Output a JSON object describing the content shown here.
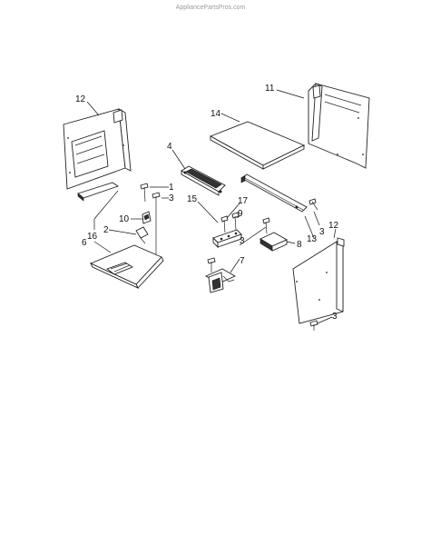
{
  "watermark": "AppliancePartsPros.com",
  "callouts": {
    "c12a": "12",
    "c11": "11",
    "c14": "14",
    "c4": "4",
    "c1": "1",
    "c3a": "3",
    "c10": "10",
    "c15": "15",
    "c17": "17",
    "c9": "9",
    "c2": "2",
    "c16": "16",
    "c6": "6",
    "c3b": "3",
    "c13": "13",
    "c12b": "12",
    "c3c": "3",
    "c8": "8",
    "c7": "7",
    "c3d": "3"
  }
}
